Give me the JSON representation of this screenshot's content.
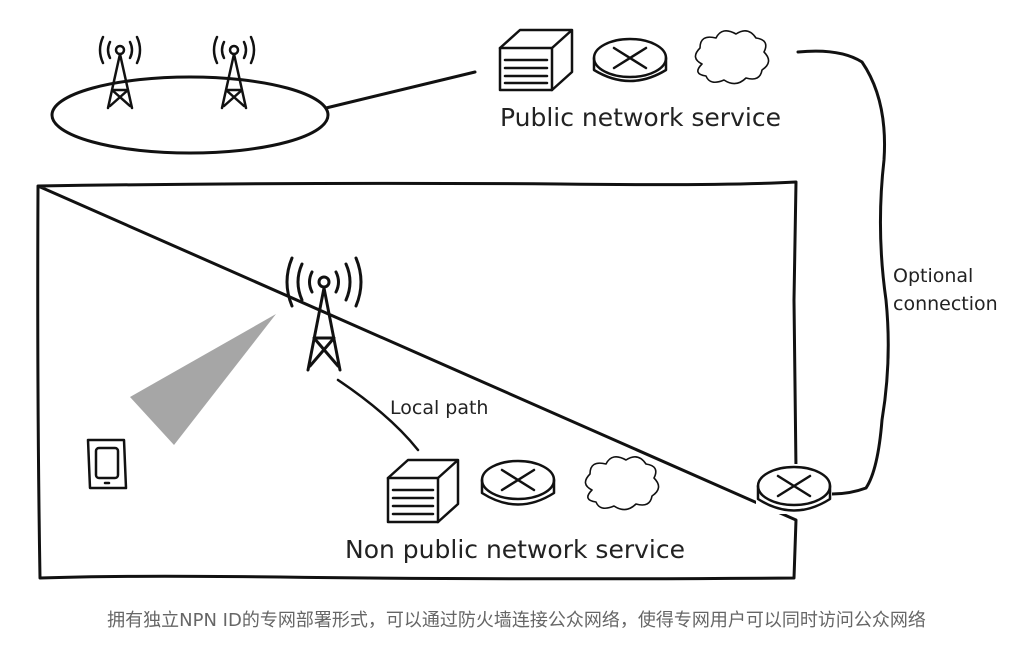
{
  "labels": {
    "public_network_service": "Public network service",
    "non_public_network_service": "Non public network service",
    "local_path": "Local path",
    "optional_connection_line1": "Optional",
    "optional_connection_line2": "connection"
  },
  "caption": "拥有独立NPN ID的专网部署形式，可以通过防火墙连接公众网络，使得专网用户可以同时访问公众网络",
  "icons": [
    "tower-icon",
    "server-icon",
    "router-icon",
    "cloud-icon",
    "phone-icon",
    "firewall-router-icon"
  ],
  "colors": {
    "ink": "#111111",
    "beam": "#a6a6a6",
    "caption": "#666666"
  }
}
